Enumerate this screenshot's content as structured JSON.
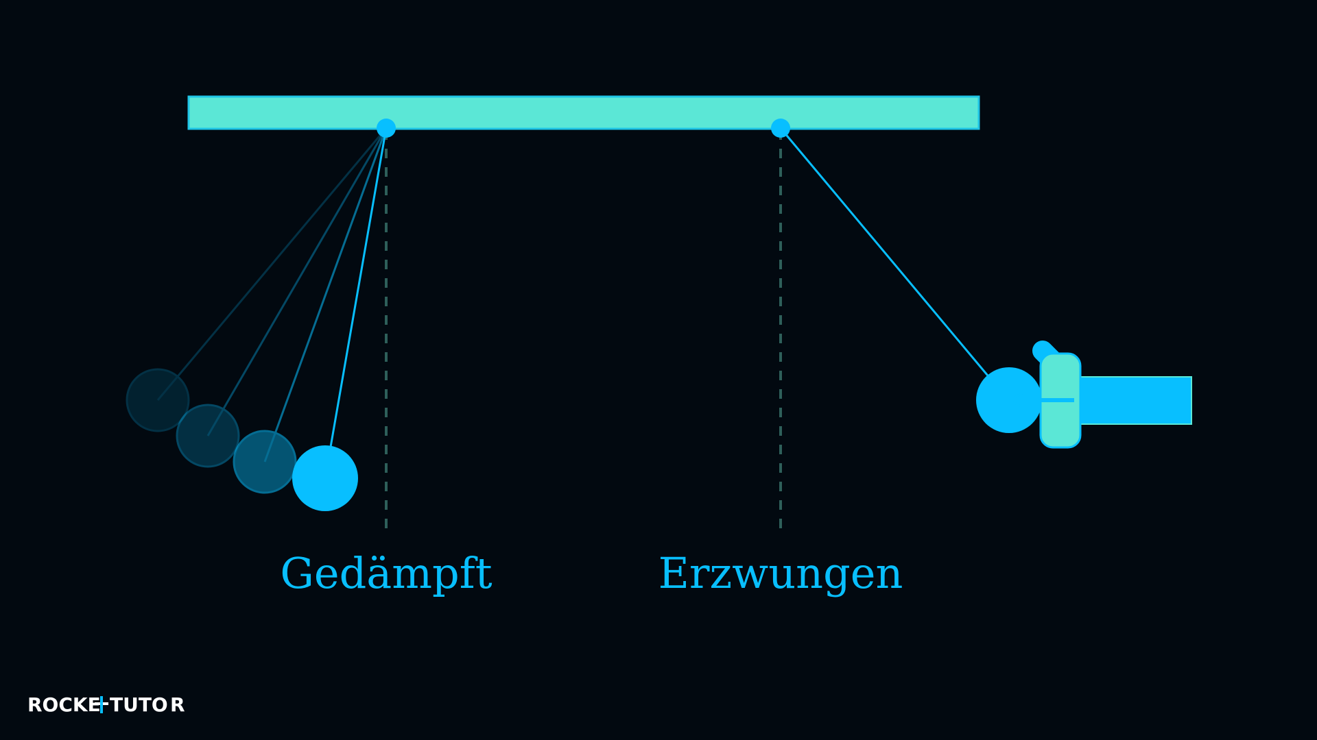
{
  "labels": {
    "damped": "Gedämpft",
    "forced": "Erzwungen"
  },
  "logo": {
    "part1": "ROCKE",
    "part2": "TUTO",
    "part3": "R"
  },
  "colors": {
    "background": "#020910",
    "beam": "#5BE7D6",
    "pendulum": "#08BFFF",
    "dashed_line": "#2E5F5A",
    "label": "#08BFFF",
    "hand": "#5BE7D6",
    "logo": "#FFFFFF"
  },
  "icons": {
    "pivot": "pivot-dot",
    "bob": "pendulum-bob",
    "hand": "pushing-hand-icon",
    "arrow": "arrow-left-icon"
  }
}
